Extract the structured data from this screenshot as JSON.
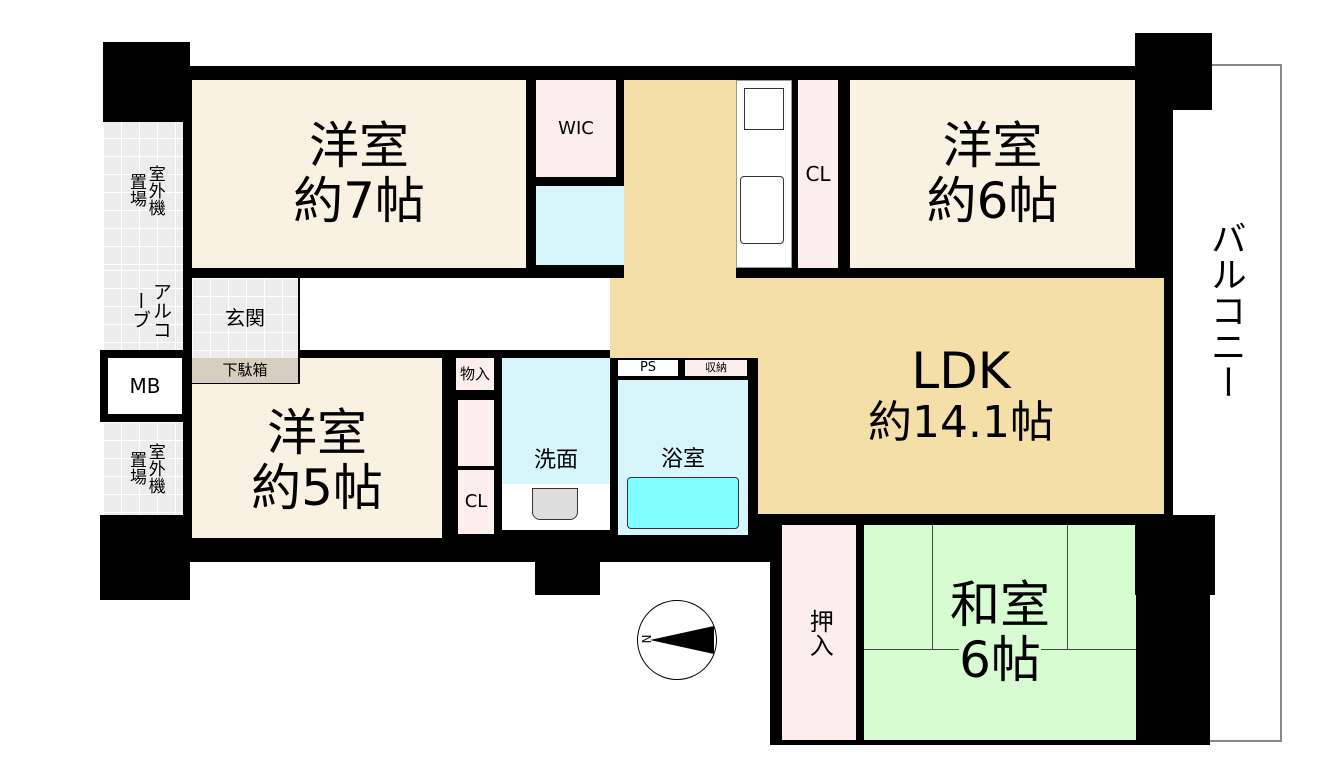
{
  "rooms": {
    "western_7": {
      "name": "洋室",
      "size": "約7帖"
    },
    "western_6": {
      "name": "洋室",
      "size": "約6帖"
    },
    "western_5": {
      "name": "洋室",
      "size": "約5帖"
    },
    "ldk": {
      "name": "LDK",
      "size": "約14.1帖"
    },
    "japanese": {
      "name": "和室",
      "size": "6帖"
    },
    "bath": "浴室",
    "washroom": "洗面",
    "entrance": "玄関",
    "shoe_box": "下駄箱",
    "wic": "WIC",
    "mb": "MB",
    "storage": "物入",
    "oshiire": "押入",
    "closet": "CL",
    "ps": "PS",
    "shuno": "収納",
    "alcove": "アルコーブ",
    "ac_space": "室外機置場",
    "balcony": "バルコニー"
  },
  "compass": {
    "label": "N"
  },
  "colors": {
    "western": "#f9f2e2",
    "ldk": "#f5dfa8",
    "storage": "#fdeeee",
    "wet": "#d6f6fb",
    "bathtub": "#80ffff",
    "japanese": "#d8fcd2"
  }
}
